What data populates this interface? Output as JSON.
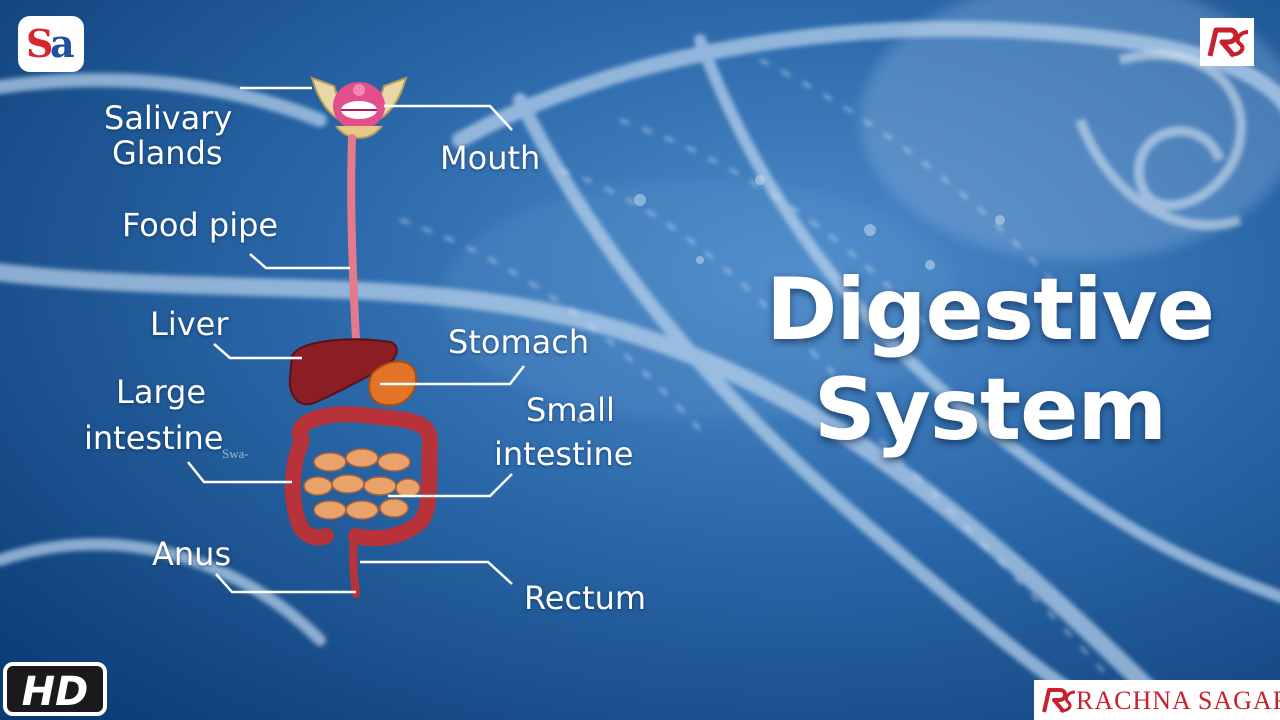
{
  "title": {
    "line1": "Digestive",
    "line2": "System"
  },
  "labels": {
    "salivary_line1": "Salivary",
    "salivary_line2": "Glands",
    "mouth": "Mouth",
    "food_pipe": "Food pipe",
    "liver": "Liver",
    "stomach": "Stomach",
    "large_intestine_line1": "Large",
    "large_intestine_line2": "intestine",
    "small_intestine_line1": "Small",
    "small_intestine_line2": "intestine",
    "anus": "Anus",
    "rectum": "Rectum"
  },
  "faint_text": "Swa-",
  "branding": {
    "corner_logo_left": "SA",
    "corner_logo_left_colors": [
      "#d8262f",
      "#1d4fa3"
    ],
    "hd_badge": "HD",
    "publisher": "RACHNA SAGAR",
    "publisher_color": "#c8202c"
  },
  "colors": {
    "background_deep": "#0a3c78",
    "background_light": "#3e7fc0",
    "label": "#ffffff",
    "organ_red": "#b8323a",
    "organ_tan": "#e09a60"
  }
}
